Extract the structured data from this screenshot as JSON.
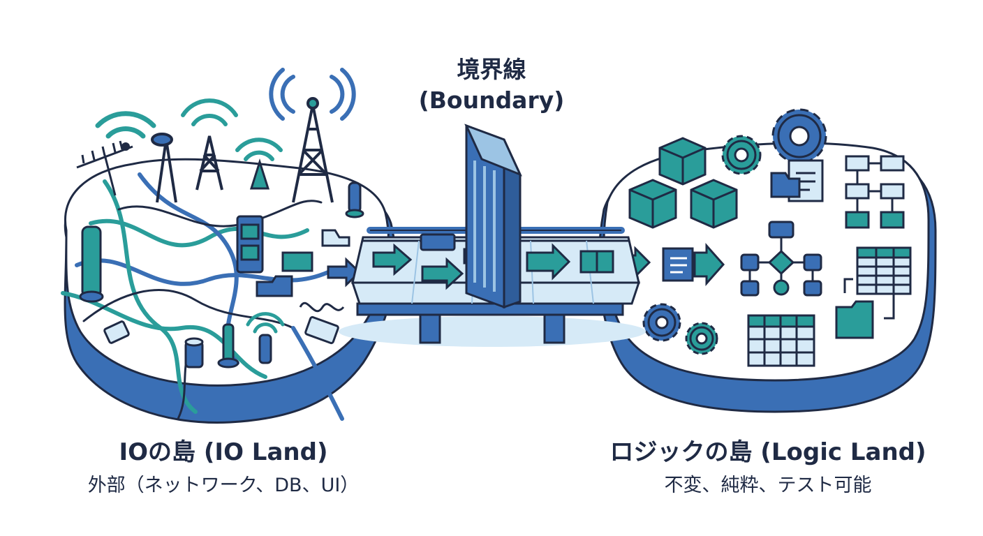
{
  "boundary": {
    "title_ja": "境界線",
    "title_en": "(Boundary)"
  },
  "io_land": {
    "title": "IOの島 (IO Land)",
    "subtitle": "外部（ネットワーク、DB、UI）"
  },
  "logic_land": {
    "title": "ロジックの島 (Logic Land)",
    "subtitle": "不変、純粋、テスト可能"
  },
  "colors": {
    "navy": "#1f2a44",
    "blue": "#3a6fb5",
    "teal": "#2a9d9a",
    "light_blue": "#d6eaf7",
    "white": "#ffffff"
  },
  "icons": [
    "wifi-icon",
    "antenna-tower-icon",
    "cable-icon",
    "plug-icon",
    "database-icon",
    "arrow-icon",
    "cube-icon",
    "gear-icon",
    "document-icon",
    "flowchart-icon",
    "table-icon",
    "folder-icon"
  ]
}
